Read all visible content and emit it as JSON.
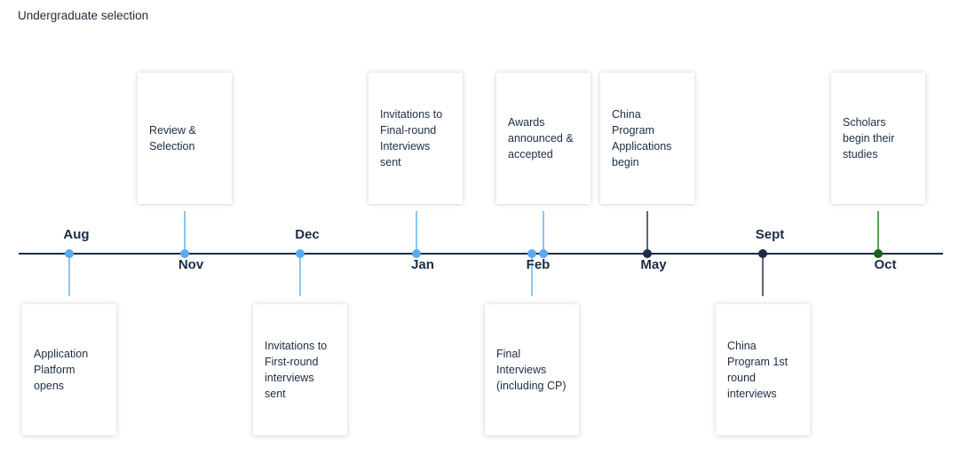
{
  "title": "Undergraduate selection",
  "colors": {
    "axis": "#1c2c45",
    "blue_marker": "#5aaaf0",
    "blue_connector": "#8ec5f3",
    "navy_marker": "#1c2c45",
    "navy_connector": "#5c6778",
    "green_marker": "#1b5e20",
    "green_connector": "#5a9e5a"
  },
  "months": {
    "aug": "Aug",
    "nov": "Nov",
    "dec": "Dec",
    "jan": "Jan",
    "feb": "Feb",
    "may": "May",
    "sept": "Sept",
    "oct": "Oct"
  },
  "events": {
    "application_platform": "Application\nPlatform\nopens",
    "review_selection": "Review &\nSelection",
    "invitations_first_round": "Invitations to\nFirst-round\ninterviews\nsent",
    "invitations_final_round": "Invitations to\nFinal-round\nInterviews\nsent",
    "final_interviews": "Final\nInterviews\n(including CP)",
    "awards": "Awards\nannounced &\naccepted",
    "china_program_applications": "China\nProgram\nApplications\nbegin",
    "china_program_interviews": "China\nProgram 1st\nround\ninterviews",
    "scholars_begin": "Scholars\nbegin their\nstudies"
  }
}
